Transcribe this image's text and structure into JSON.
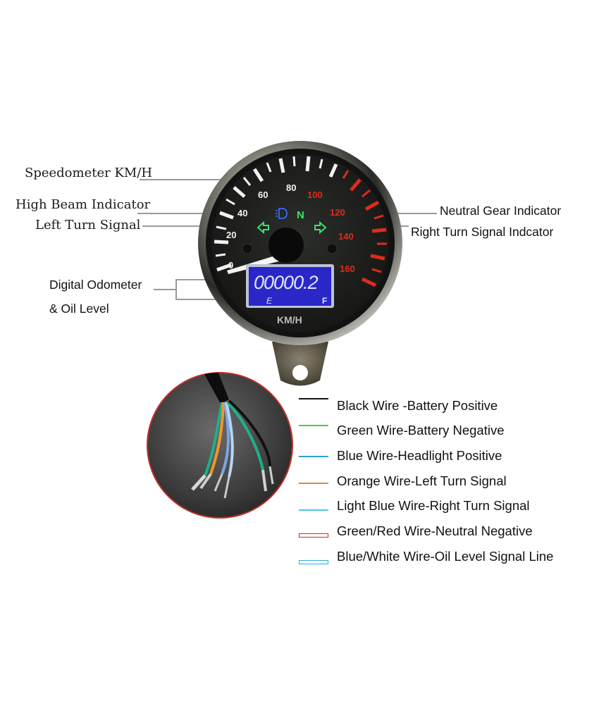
{
  "gauge": {
    "unit_label": "KM/H",
    "speed_ticks": [
      "0",
      "20",
      "40",
      "60",
      "80",
      "100",
      "120",
      "140",
      "160"
    ],
    "odometer_value": "00000.2",
    "fuel_empty_label": "E",
    "fuel_full_label": "F",
    "neutral_label": "N",
    "colors": {
      "bezel": "#1b1b1b",
      "face": "#222421",
      "white_ticks": "#f2f2f2",
      "red_ticks": "#e02a1e",
      "lcd_bg": "#2a27c9",
      "lcd_text": "#dfe3ff",
      "indicator_green": "#3ee06a",
      "high_beam_blue": "#3a6bff"
    }
  },
  "callouts": {
    "speedometer": "Speedometer KM/H",
    "high_beam": "High Beam Indicator",
    "left_turn": "Left Turn Signal",
    "neutral": "Neutral Gear Indicator",
    "right_turn": "Right Turn Signal Indcator",
    "odometer_line1": "Digital Odometer",
    "odometer_line2": "& Oil Level"
  },
  "wire_legend": [
    {
      "label": "Black Wire -Battery Positive",
      "color": "#111111",
      "style": "single"
    },
    {
      "label": "Green Wire-Battery Negative",
      "color": "#3fd43f",
      "style": "single"
    },
    {
      "label": "Blue Wire-Headlight Positive",
      "color": "#2aa0d8",
      "style": "single"
    },
    {
      "label": "Orange Wire-Left Turn Signal",
      "color": "#e0883a",
      "style": "single"
    },
    {
      "label": "Light Blue Wire-Right Turn Signal",
      "color": "#49c9e8",
      "style": "single"
    },
    {
      "label": "Green/Red Wire-Neutral Negative",
      "color": "#c0302a",
      "style": "double"
    },
    {
      "label": "Blue/White Wire-Oil Level Signal Line",
      "color": "#2ab0d8",
      "style": "double"
    }
  ]
}
